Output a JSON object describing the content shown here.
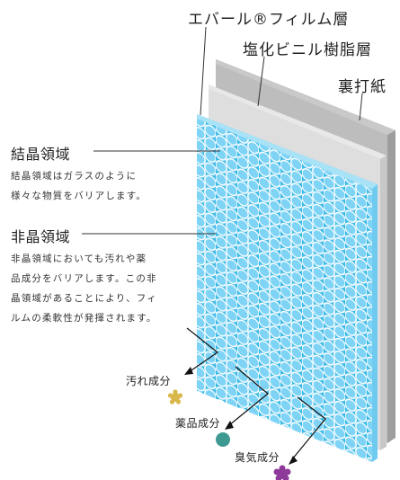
{
  "layers": {
    "film": "エバール®フィルム層",
    "pvc": "塩化ビニル樹脂層",
    "paper": "裏打紙"
  },
  "crystal": {
    "title": "結晶領域",
    "desc": [
      "結晶領域はガラスのように",
      "様々な物質をバリアします。"
    ]
  },
  "amorphous": {
    "title": "非晶領域",
    "desc": [
      "非晶領域においても汚れや薬",
      "品成分をバリアします。この非",
      "晶領域があることにより、フィ",
      "ルムの柔軟性が発揮されます。"
    ]
  },
  "substances": {
    "dirt": "汚れ成分",
    "chemical": "薬品成分",
    "odor": "臭気成分"
  },
  "colors": {
    "film_face": "#3dbbe8",
    "film_edge": "#8fd6f3",
    "pvc": "#dedede",
    "paper": "#bdbdbd",
    "dirt": "#d8b84a",
    "chemical": "#3e9a91",
    "odor": "#8e3a9a"
  }
}
